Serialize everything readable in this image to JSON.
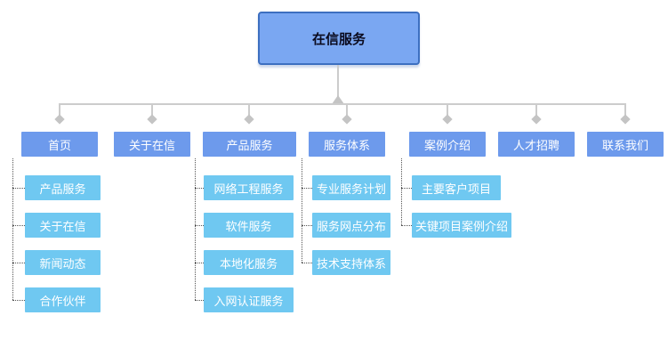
{
  "diagram": {
    "title": "sitemap-tree",
    "root": {
      "label": "在信服务"
    },
    "main_nodes": [
      {
        "label": "首页"
      },
      {
        "label": "关于在信"
      },
      {
        "label": "产品服务"
      },
      {
        "label": "服务体系"
      },
      {
        "label": "案例介绍"
      },
      {
        "label": "人才招聘"
      },
      {
        "label": "联系我们"
      }
    ],
    "home_children": [
      {
        "label": "产品服务"
      },
      {
        "label": "关于在信"
      },
      {
        "label": "新闻动态"
      },
      {
        "label": "合作伙伴"
      }
    ],
    "products_children": [
      {
        "label": "网络工程服务"
      },
      {
        "label": "软件服务"
      },
      {
        "label": "本地化服务"
      },
      {
        "label": "入网认证服务"
      }
    ],
    "services_children": [
      {
        "label": "专业服务计划"
      },
      {
        "label": "服务网点分布"
      },
      {
        "label": "技术支持体系"
      }
    ],
    "cases_children": [
      {
        "label": "主要客户项目"
      },
      {
        "label": "关键项目案例介绍"
      }
    ],
    "colors": {
      "root_fill": "#7aa7f2",
      "root_border": "#3d6fc0",
      "level2_fill": "#6d9aec",
      "level3_fill": "#6fc8f1",
      "node_text": "#ffffff",
      "root_text": "#0a0a1e",
      "solid_connector": "#cccccc",
      "dotted_connector": "#555555",
      "background": "#ffffff"
    }
  }
}
